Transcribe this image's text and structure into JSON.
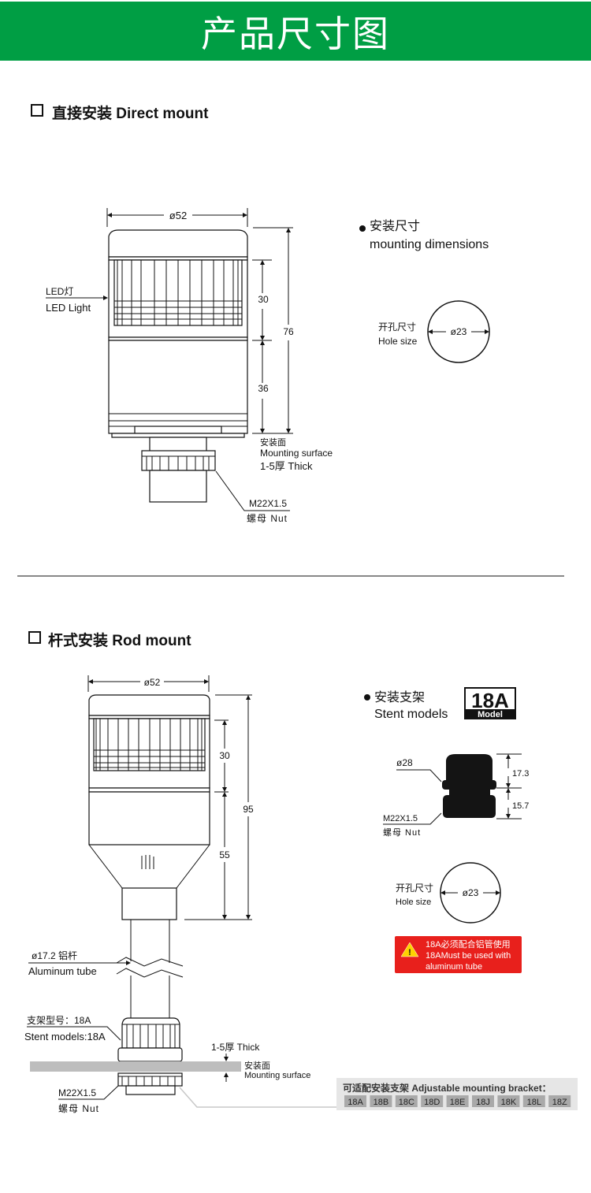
{
  "header": {
    "title": "产品尺寸图"
  },
  "colors": {
    "brand_green": "#009e44",
    "warning_red": "#e8201c",
    "bracket_bg": "#e6e6e6",
    "chip_bg": "#a9a9a9"
  },
  "direct_mount": {
    "title": "直接安装 Direct mount",
    "dim_width": "ø52",
    "dim_led": "30",
    "dim_body": "36",
    "dim_total": "76",
    "led_cn": "LED灯",
    "led_en": "LED Light",
    "surface_cn": "安装面",
    "surface_en": "Mounting surface",
    "thick": "1-5厚 Thick",
    "nut_thread": "M22X1.5",
    "nut_label": "螺母 Nut",
    "mounting_cn": "安装尺寸",
    "mounting_en": "mounting dimensions",
    "hole_cn": "开孔尺寸",
    "hole_en": "Hole size",
    "hole_dim": "ø23"
  },
  "rod_mount": {
    "title": "杆式安装 Rod mount",
    "dim_width": "ø52",
    "dim_led": "30",
    "dim_body": "55",
    "dim_total": "95",
    "tube_cn": "ø17.2 铝杆",
    "tube_en": "Aluminum tube",
    "stent_cn": "支架型号：18A",
    "stent_en": "Stent models:18A",
    "thick": "1-5厚 Thick",
    "surface_cn": "安装面",
    "surface_en": "Mounting surface",
    "nut_thread": "M22X1.5",
    "nut_label": "螺母 Nut",
    "stent_title_cn": "安装支架",
    "stent_title_en": "Stent models",
    "model_badge": "18A",
    "model_badge_sub": "Model",
    "stent_dia": "ø28",
    "stent_h1": "17.3",
    "stent_h2": "15.7",
    "stent_nut_thread": "M22X1.5",
    "stent_nut_label": "螺母 Nut",
    "hole_cn": "开孔尺寸",
    "hole_en": "Hole size",
    "hole_dim": "ø23",
    "warning": [
      "18A必须配合铝管使用",
      "18AMust be used with",
      "aluminum tube"
    ],
    "bracket_title": "可适配安装支架  Adjustable mounting bracket：",
    "brackets": [
      "18A",
      "18B",
      "18C",
      "18D",
      "18E",
      "18J",
      "18K",
      "18L",
      "18Z"
    ]
  }
}
